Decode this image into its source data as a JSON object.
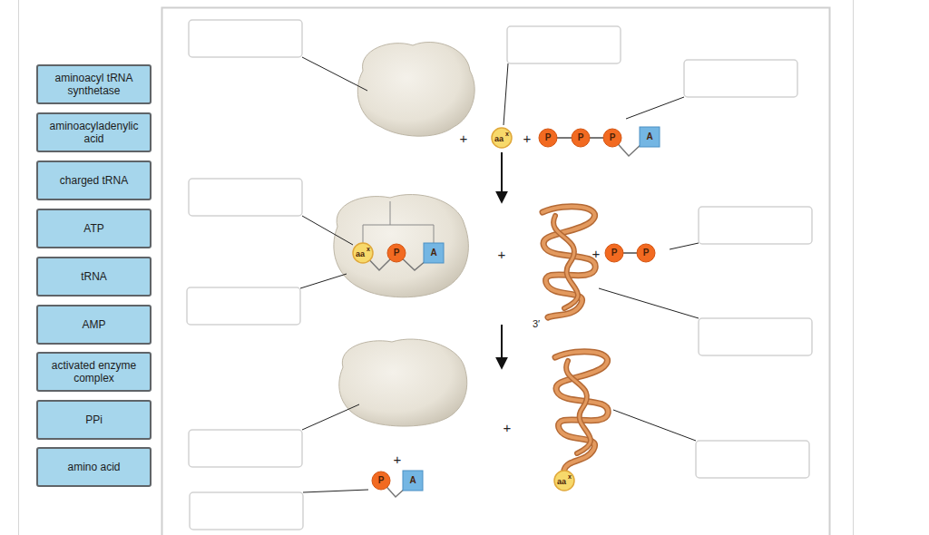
{
  "diagram": {
    "nodes": [
      {
        "text": [
          "aminoacyl tRNA synthetase"
        ]
      },
      {
        "text": [
          "aminoacyladenylic acid"
        ]
      },
      {
        "text": [
          "charged tRNA"
        ]
      },
      {
        "text": [
          "ATP"
        ]
      },
      {
        "text": [
          "tRNA"
        ]
      },
      {
        "text": [
          "AMP"
        ]
      },
      {
        "text": [
          "activated enzyme complex"
        ]
      },
      {
        "text": [
          "PPi"
        ]
      },
      {
        "text": [
          "amino acid"
        ]
      }
    ],
    "labels": [
      "+",
      "aa",
      "x",
      "+",
      "P",
      "P",
      "P",
      "A",
      "aa",
      "x",
      "P",
      "A",
      "+",
      "+",
      "P",
      "P",
      "3′",
      "+",
      "+",
      "P",
      "A",
      "aa",
      "x"
    ]
  }
}
